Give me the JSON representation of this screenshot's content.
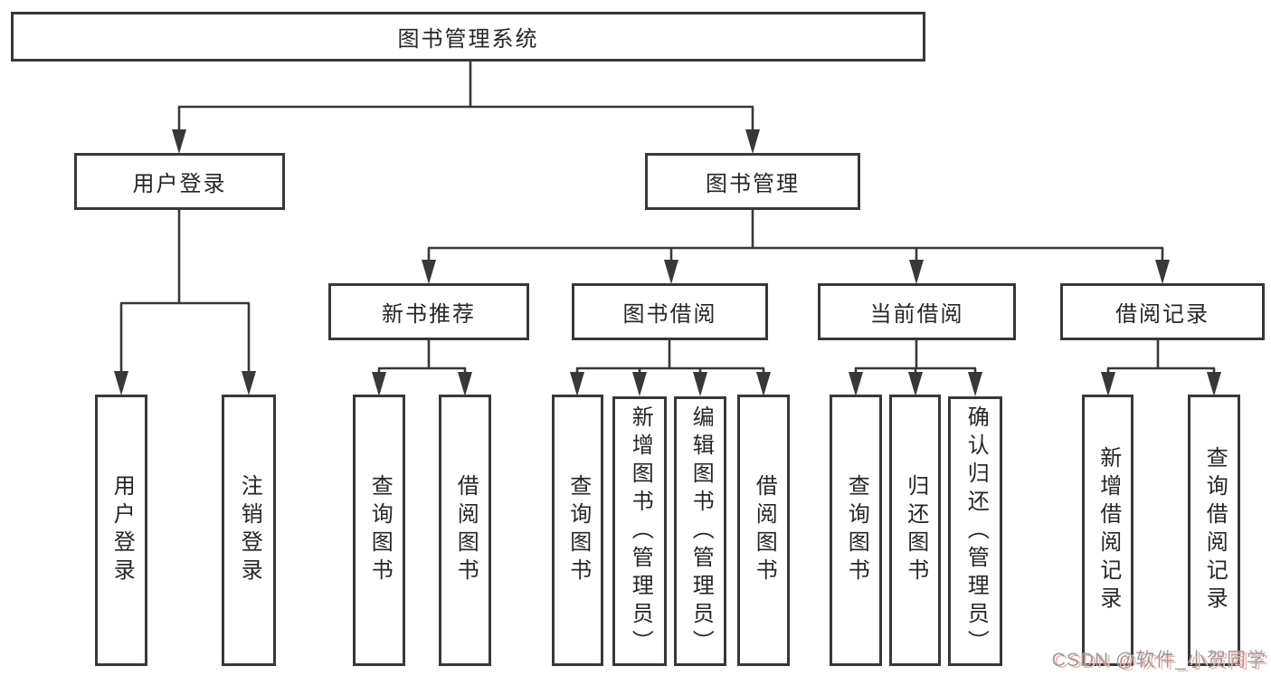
{
  "title": "图书管理系统",
  "watermark": "CSDN @软件_小贺同学",
  "colors": {
    "line": "#383838",
    "box_border": "#383838",
    "text": "#262626",
    "background": "#ffffff",
    "watermark_gray": "#9c9c9c",
    "watermark_shadow": "#f5b8b0"
  },
  "tree": {
    "root": {
      "label": "图书管理系统",
      "children": [
        {
          "label": "用户登录",
          "children": [
            {
              "label": "用户登录"
            },
            {
              "label": "注销登录"
            }
          ]
        },
        {
          "label": "图书管理",
          "children": [
            {
              "label": "新书推荐",
              "children": [
                {
                  "label": "查询图书"
                },
                {
                  "label": "借阅图书"
                }
              ]
            },
            {
              "label": "图书借阅",
              "children": [
                {
                  "label": "查询图书"
                },
                {
                  "label": "新增图书（管理员）"
                },
                {
                  "label": "编辑图书（管理员）"
                },
                {
                  "label": "借阅图书"
                }
              ]
            },
            {
              "label": "当前借阅",
              "children": [
                {
                  "label": "查询图书"
                },
                {
                  "label": "归还图书"
                },
                {
                  "label": "确认归还（管理员）"
                }
              ]
            },
            {
              "label": "借阅记录",
              "children": [
                {
                  "label": "新增借阅记录"
                },
                {
                  "label": "查询借阅记录"
                }
              ]
            }
          ]
        }
      ]
    }
  }
}
